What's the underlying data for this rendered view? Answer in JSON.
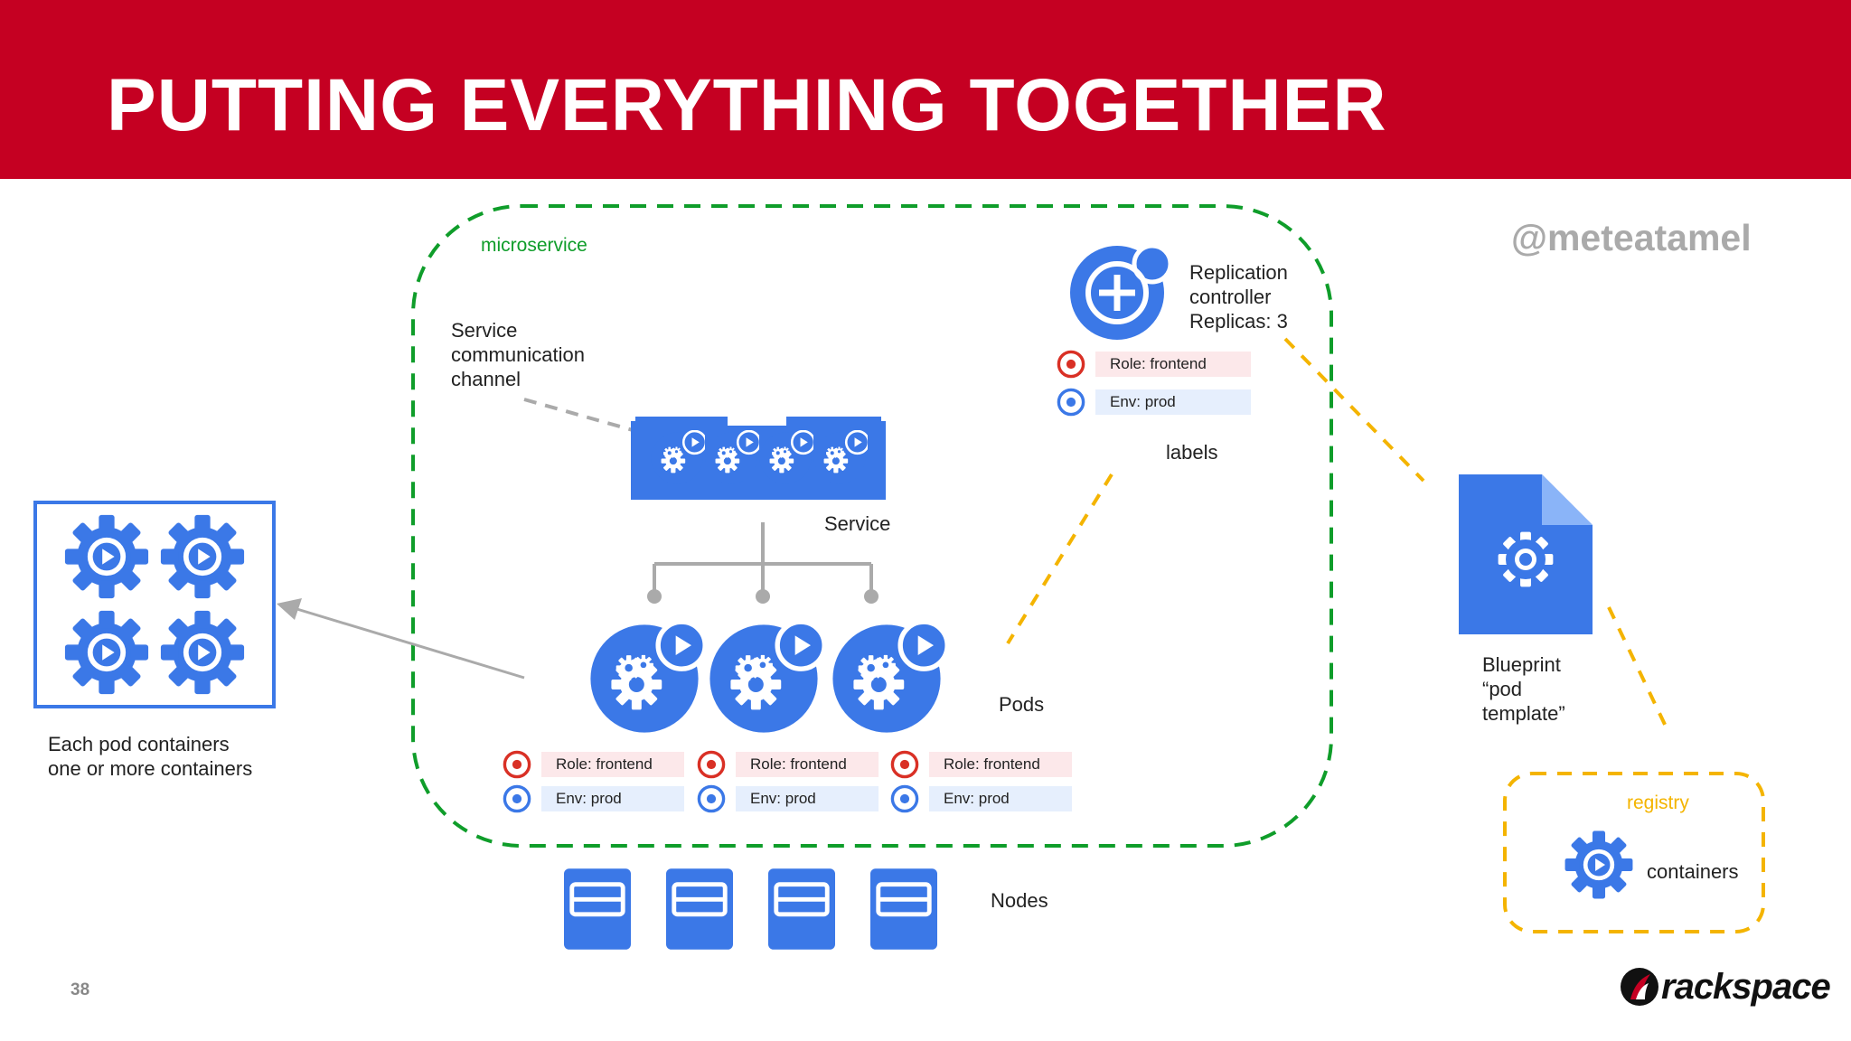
{
  "slide": {
    "title": "PUTTING EVERYTHING TOGETHER",
    "handle": "@meteatamel",
    "page_number": "38",
    "brand": "rackspace",
    "colors": {
      "header": "#c50022",
      "k8s_blue": "#3b78e7",
      "microservice_border": "#0f9d2a",
      "registry_border": "#f4b400",
      "role_dot": "#d93025",
      "env_dot": "#3b78e7"
    }
  },
  "diagram": {
    "microservice_label": "microservice",
    "service_channel_label": [
      "Service",
      "communication",
      "channel"
    ],
    "service_label": "Service",
    "replication_controller": [
      "Replication",
      "controller",
      "Replicas: 3"
    ],
    "rc_labels": [
      {
        "role": "Role: frontend",
        "env": "Env: prod"
      }
    ],
    "labels_caption": "labels",
    "pods_label": "Pods",
    "pod_labels": [
      {
        "role": "Role: frontend",
        "env": "Env: prod"
      },
      {
        "role": "Role: frontend",
        "env": "Env: prod"
      },
      {
        "role": "Role: frontend",
        "env": "Env: prod"
      }
    ],
    "nodes_label": "Nodes",
    "pod_detail_caption": [
      "Each pod containers",
      "one or more containers"
    ],
    "blueprint_label": [
      "Blueprint",
      "“pod",
      "template”"
    ],
    "registry_label": "registry",
    "containers_label": "containers",
    "icons": [
      "gear-play-icon",
      "replication-plus-icon",
      "document-gear-icon",
      "node-server-icon",
      "label-dot-icon"
    ]
  }
}
